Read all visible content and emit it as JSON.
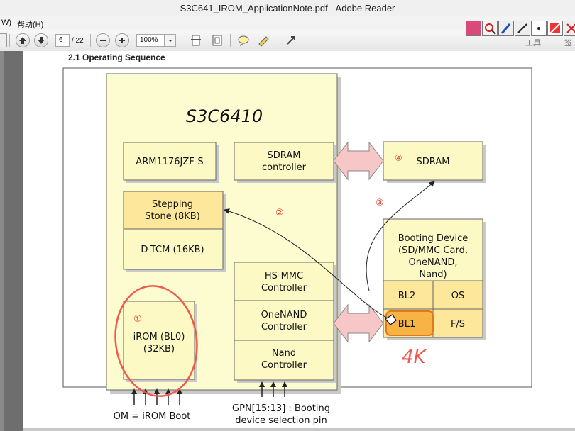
{
  "window": {
    "title": "S3C641_IROM_ApplicationNote.pdf - Adobe Reader"
  },
  "menu": {
    "items": [
      "W)",
      "帮助(H)"
    ]
  },
  "toolbar": {
    "page_current": "6",
    "page_total": "/ 22",
    "zoom": "100%",
    "tools_label": "工具",
    "sign_label": "签"
  },
  "doc": {
    "section_heading": "2.1 Operating Sequence",
    "chip_title": "S3C6410",
    "arm_core": "ARM1176JZF-S",
    "sdram_controller": [
      "SDRAM",
      "controller"
    ],
    "sdram": "SDRAM",
    "stepping_stone": [
      "Stepping",
      "Stone (8KB)"
    ],
    "dtcm": "D-TCM (16KB)",
    "hsmmc": [
      "HS-MMC",
      "Controller"
    ],
    "onenand": [
      "OneNAND",
      "Controller"
    ],
    "nand": [
      "Nand",
      "Controller"
    ],
    "irom": [
      "iROM (BL0)",
      "(32KB)"
    ],
    "booting_device": [
      "Booting Device",
      "(SD/MMC Card,",
      "OneNAND,",
      "Nand)"
    ],
    "bl2": "BL2",
    "os": "OS",
    "bl1": "BL1",
    "fs": "F/S",
    "step1": "①",
    "step2": "②",
    "step3": "③",
    "step4": "④",
    "om_label": "OM = iROM Boot",
    "gpn_label": [
      "GPN[15:13] : Booting",
      "device selection pin"
    ],
    "handwritten_note": "4K"
  },
  "colors": {
    "box_fill": "#fcf9c4",
    "chip_fill": "#fdfbd0",
    "highlight_fill": "#fde79a",
    "bl1_fill": "#f7b445",
    "arrow_fill": "#f7c6c6",
    "annotation_red": "#f05a4c"
  }
}
